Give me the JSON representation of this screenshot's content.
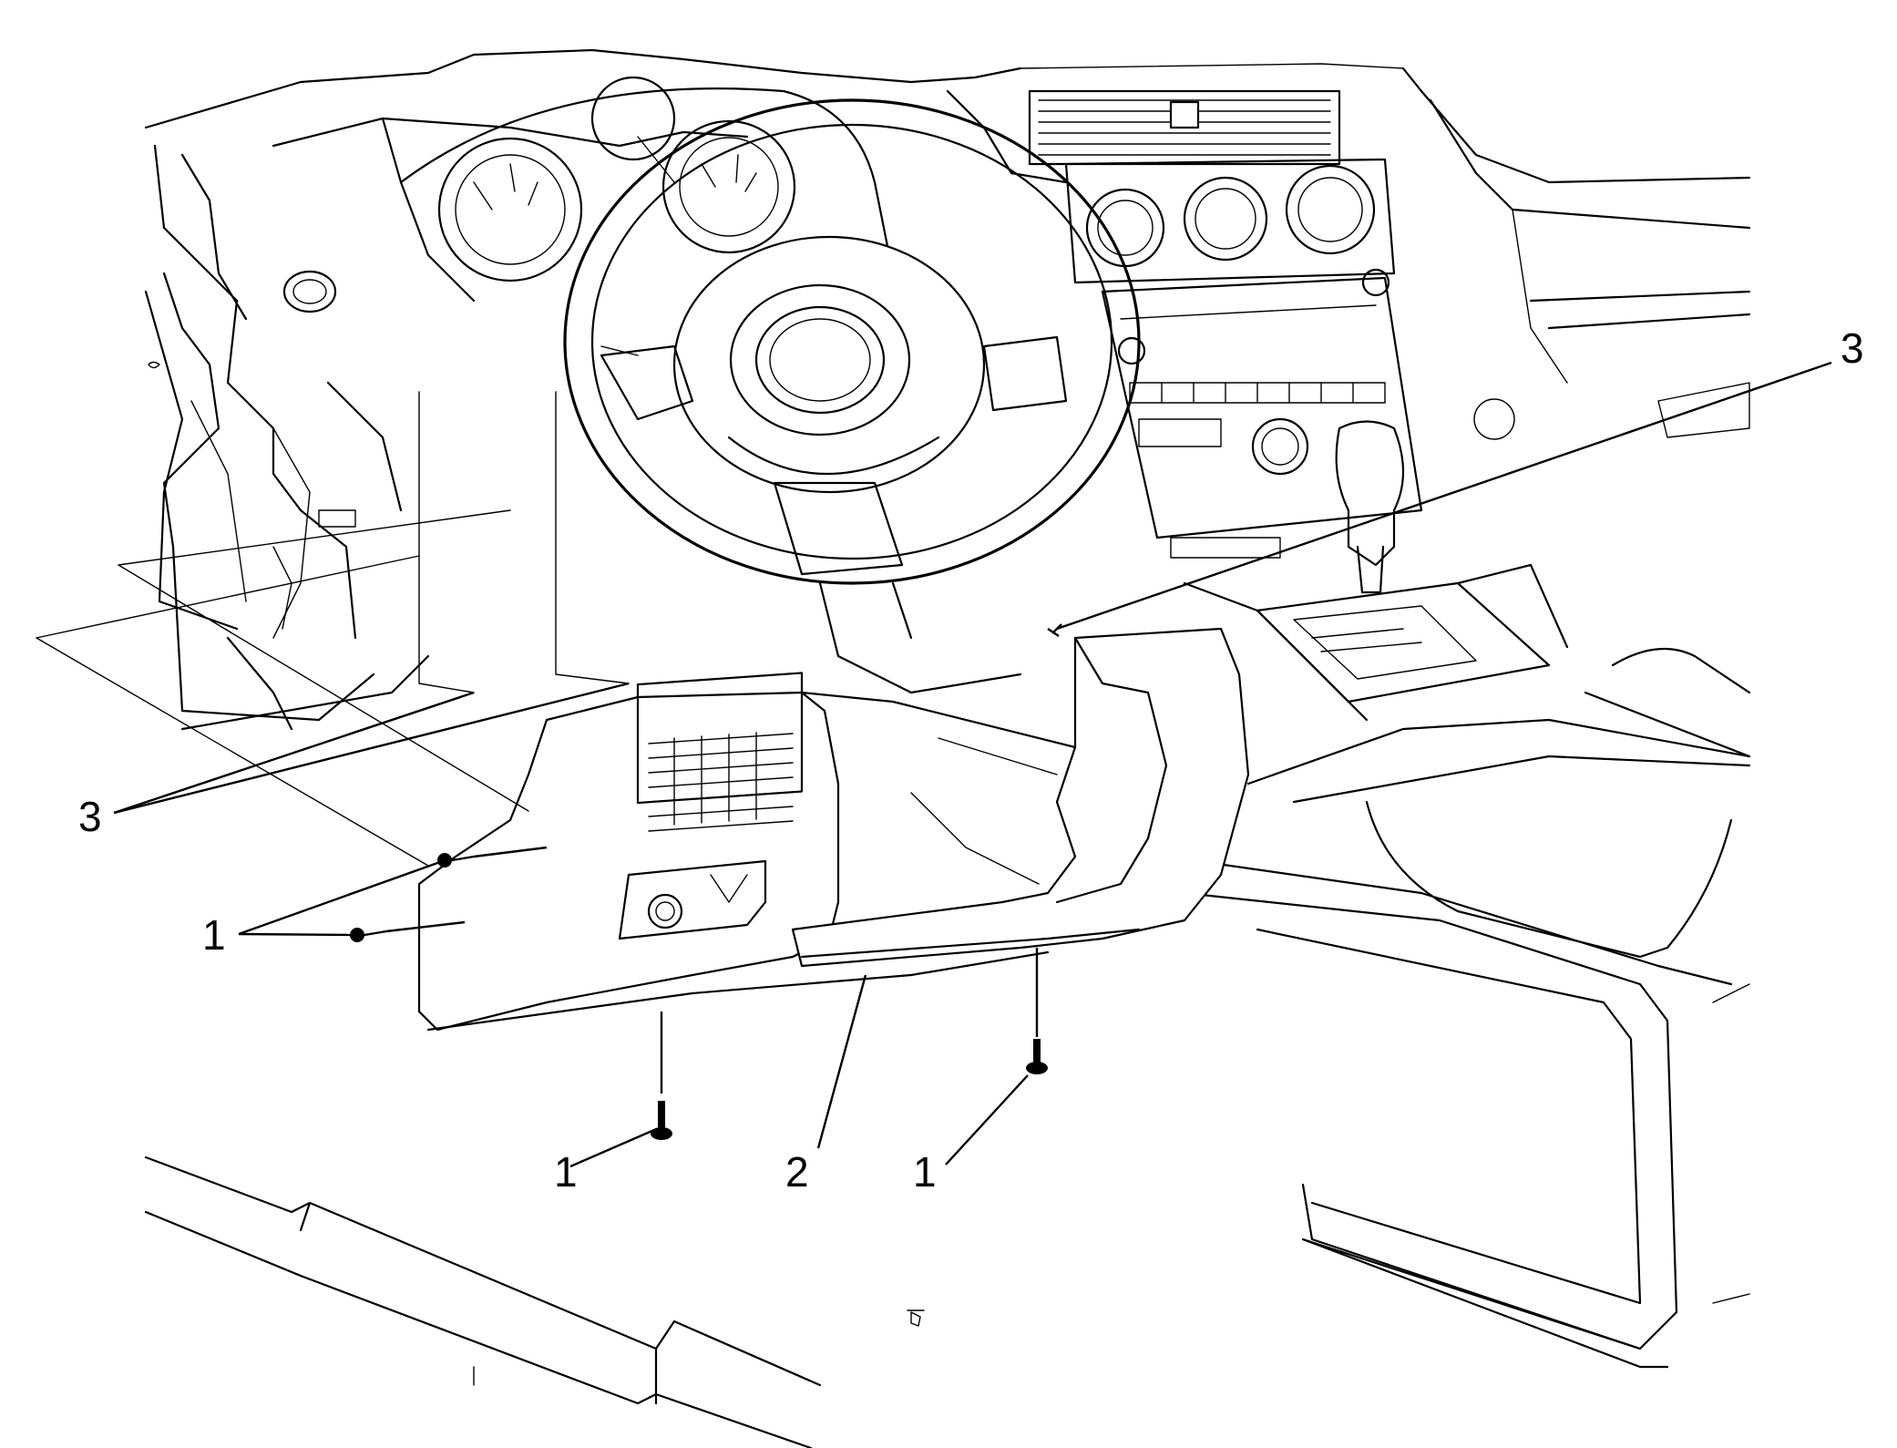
{
  "callouts": {
    "fastener_left_upper": "1",
    "fastener_bottom_left": "1",
    "fastener_bottom_right": "1",
    "trim_panel": "2",
    "retainer_right": "3",
    "retainer_left": "3"
  }
}
